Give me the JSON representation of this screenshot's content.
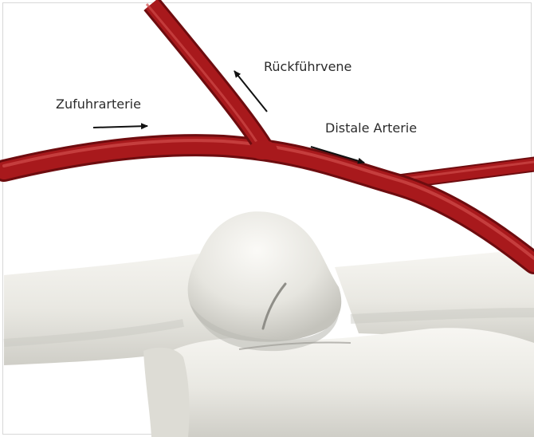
{
  "labels": {
    "supply_artery": "Zufuhrarterie",
    "return_vein": "Rückführvene",
    "distal_artery": "Distale Arterie"
  },
  "colors": {
    "vessel": "#a8191c",
    "vessel_dark": "#6e0c0f",
    "vessel_highlight": "#cf4a48",
    "bone": "#ebeae4",
    "bone_shadow": "#b9b8b1",
    "arrow": "#111111",
    "border": "#d8d8d8"
  }
}
